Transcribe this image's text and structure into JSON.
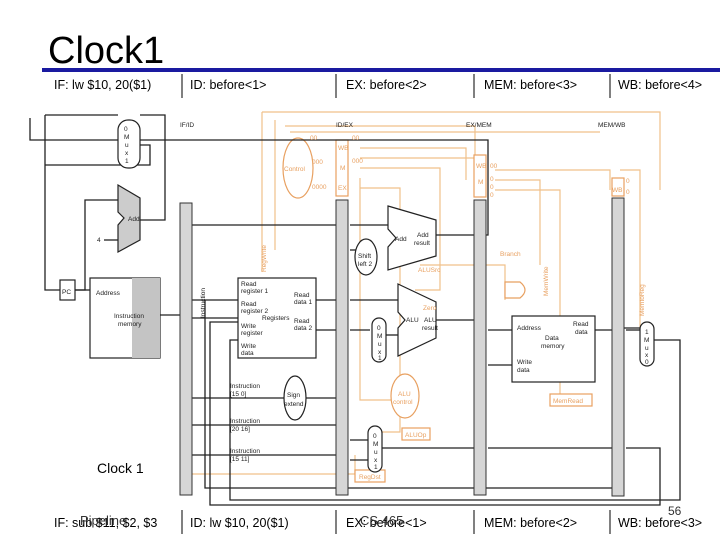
{
  "title": "Clock1",
  "stages_top": {
    "if": "IF: lw $10, 20($1)",
    "id": "ID: before<1>",
    "ex": "EX: before<2>",
    "mem": "MEM: before<3>",
    "wb": "WB: before<4>"
  },
  "stages_bottom": {
    "if": "IF: sub $11, $2, $3",
    "id": "ID: lw $10, 20($1)",
    "ex": "EX: before<1>",
    "mem": "MEM: before<2>",
    "wb": "WB: before<3>"
  },
  "overlay_text": {
    "left": "Pipeline",
    "right": "CS 465"
  },
  "clock_label": "Clock 1",
  "page_number": "56",
  "diagram": {
    "pipeline_registers": [
      "IF/ID",
      "ID/EX",
      "EX/MEM",
      "MEM/WB"
    ],
    "pc": "PC",
    "add": "Add",
    "four": "4",
    "instruction_memory": [
      "Address",
      "Instruction",
      "memory"
    ],
    "instruction_field": "Instruction",
    "mux_letters": [
      "0",
      "M",
      "u",
      "x",
      "1"
    ],
    "registers": [
      "Read",
      "register 1",
      "Read",
      "register 2",
      "Registers",
      "Write",
      "register",
      "Write",
      "data",
      "Read",
      "data 1",
      "Read",
      "data 2"
    ],
    "sign_extend": [
      "Sign",
      "extend"
    ],
    "shift_left": [
      "Shift",
      "left 2"
    ],
    "add_result": [
      "Add",
      "Add",
      "result"
    ],
    "alu": [
      "ALU",
      "ALU",
      "result",
      "Zero"
    ],
    "alu_control": [
      "ALU",
      "control"
    ],
    "data_memory": [
      "Address",
      "Data",
      "memory",
      "Read",
      "data",
      "Write",
      "data"
    ],
    "control": "Control",
    "control_bits": [
      "00",
      "000",
      "0000",
      "00",
      "000",
      "00",
      "0",
      "0",
      "0",
      "0",
      "0"
    ],
    "reg_fields": [
      "Instruction",
      "[15 0]",
      "Instruction",
      "[20 16]",
      "Instruction",
      "[15 11]"
    ],
    "stage_group_labels": [
      "WB",
      "M",
      "EX",
      "M",
      "WB",
      "WB"
    ],
    "signals": [
      "RegWrite",
      "ALUSrc",
      "Branch",
      "MemWrite",
      "MemtoReg",
      "MemRead",
      "ALUOp",
      "RegDst"
    ]
  }
}
